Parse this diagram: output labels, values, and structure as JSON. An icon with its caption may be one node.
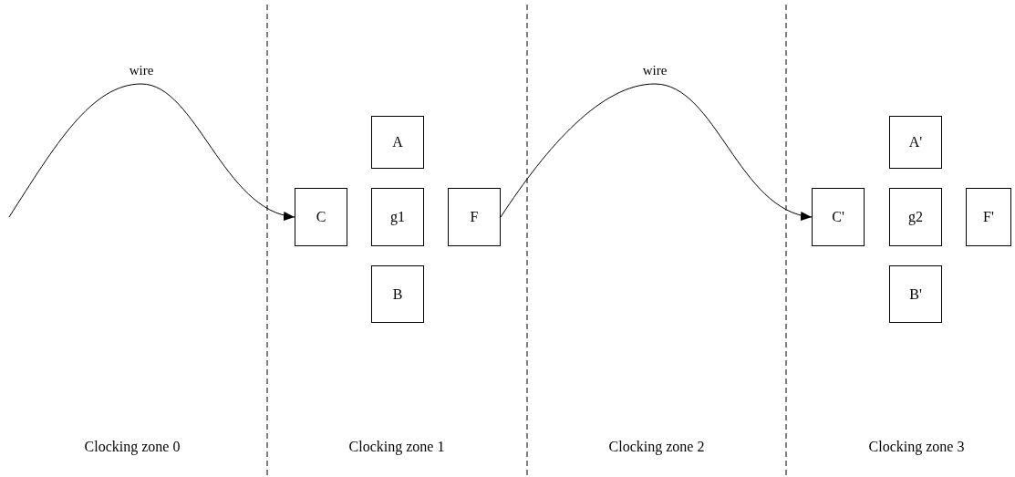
{
  "diagram": {
    "nodes": [
      {
        "text": [
          "A"
        ]
      },
      {
        "text": [
          "C"
        ]
      },
      {
        "text": [
          "g1"
        ]
      },
      {
        "text": [
          "F"
        ]
      },
      {
        "text": [
          "B"
        ]
      },
      {
        "text": [
          "A'"
        ]
      },
      {
        "text": [
          "C'"
        ]
      },
      {
        "text": [
          "g2"
        ]
      },
      {
        "text": [
          "F'"
        ]
      },
      {
        "text": [
          "B'"
        ]
      }
    ],
    "edges": [
      {
        "from": null,
        "to": 1,
        "arrow": "to",
        "label": "wire"
      },
      {
        "from": 3,
        "to": 6,
        "arrow": "to",
        "label": "wire"
      }
    ],
    "labels": [
      "Clocking zone 0",
      "Clocking zone 1",
      "Clocking zone 2",
      "Clocking zone 3"
    ]
  }
}
